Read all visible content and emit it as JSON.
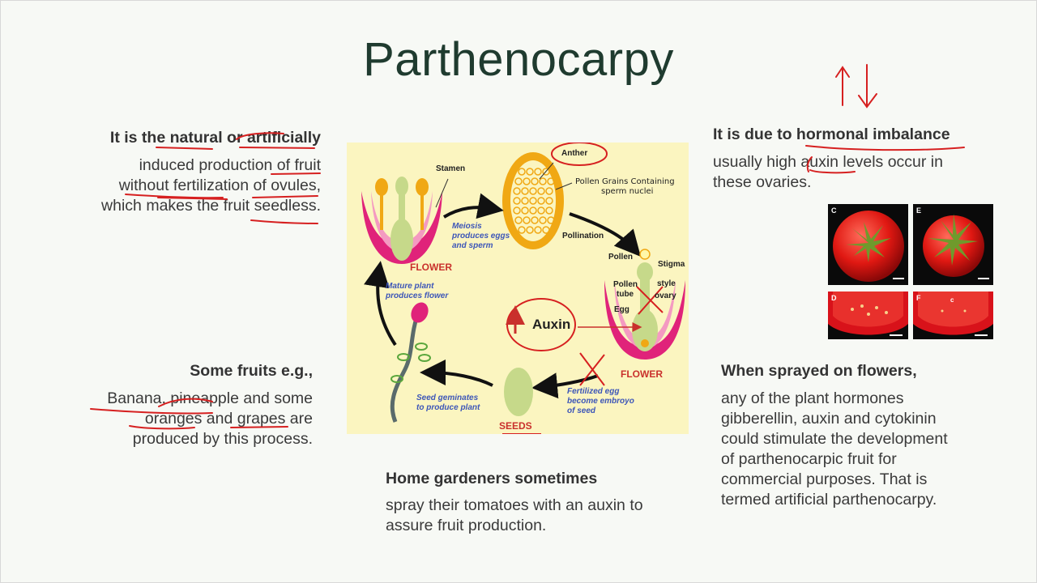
{
  "title": "Parthenocarpy",
  "left_top": {
    "heading": "It is the natural or artificially",
    "body": [
      "induced production of fruit",
      "without fertilization of ovules,",
      "which makes the fruit seedless."
    ]
  },
  "left_bottom": {
    "heading": "Some fruits e.g.,",
    "body": [
      "Banana, pineapple and some",
      "oranges and grapes are",
      "produced by this process."
    ]
  },
  "center_bottom": {
    "heading": "Home gardeners sometimes",
    "body": [
      "spray their tomatoes with an auxin to",
      "assure fruit production."
    ]
  },
  "right_top": {
    "heading": "It is due to hormonal imbalance",
    "body": [
      "usually high auxin levels occur in",
      "these ovaries."
    ]
  },
  "right_bottom": {
    "heading": "When sprayed on flowers,",
    "body": [
      "any of the plant hormones",
      "gibberellin, auxin and cytokinin",
      "could stimulate the development",
      "of parthenocarpic fruit for",
      "commercial purposes. That is",
      "termed artificial parthenocarpy."
    ]
  },
  "diagram": {
    "stamen": "Stamen",
    "anther": "Anther",
    "pollen_grains": [
      "Pollen Grains Containing",
      "sperm nuclei"
    ],
    "meiosis": [
      "Meiosis",
      "produces eggs",
      "and sperm"
    ],
    "pollination": "Pollination",
    "pollen": "Pollen",
    "stigma": "Stigma",
    "pollen_tube": [
      "Pollen",
      "tube"
    ],
    "style": "style",
    "ovary": "ovary",
    "egg": "Egg",
    "flower_top": "FLOWER",
    "flower_bottom": "FLOWER",
    "mature_plant": [
      "Mature plant",
      "produces flower"
    ],
    "auxin": "Auxin",
    "seed_germinates": [
      "Seed geminates",
      "to produce plant"
    ],
    "fertilized_egg": [
      "Fertilized egg",
      "become embroyo",
      "of seed"
    ],
    "seeds": "SEEDS"
  },
  "photos": {
    "labels": [
      "C",
      "E",
      "D",
      "F"
    ],
    "inner_label": "c"
  },
  "colors": {
    "title": "#1f3b2f",
    "annotation_red": "#d62020",
    "diagram_bg": "#fbf5c0",
    "petal_pink": "#e0237a",
    "anther_orange": "#f0a814"
  }
}
